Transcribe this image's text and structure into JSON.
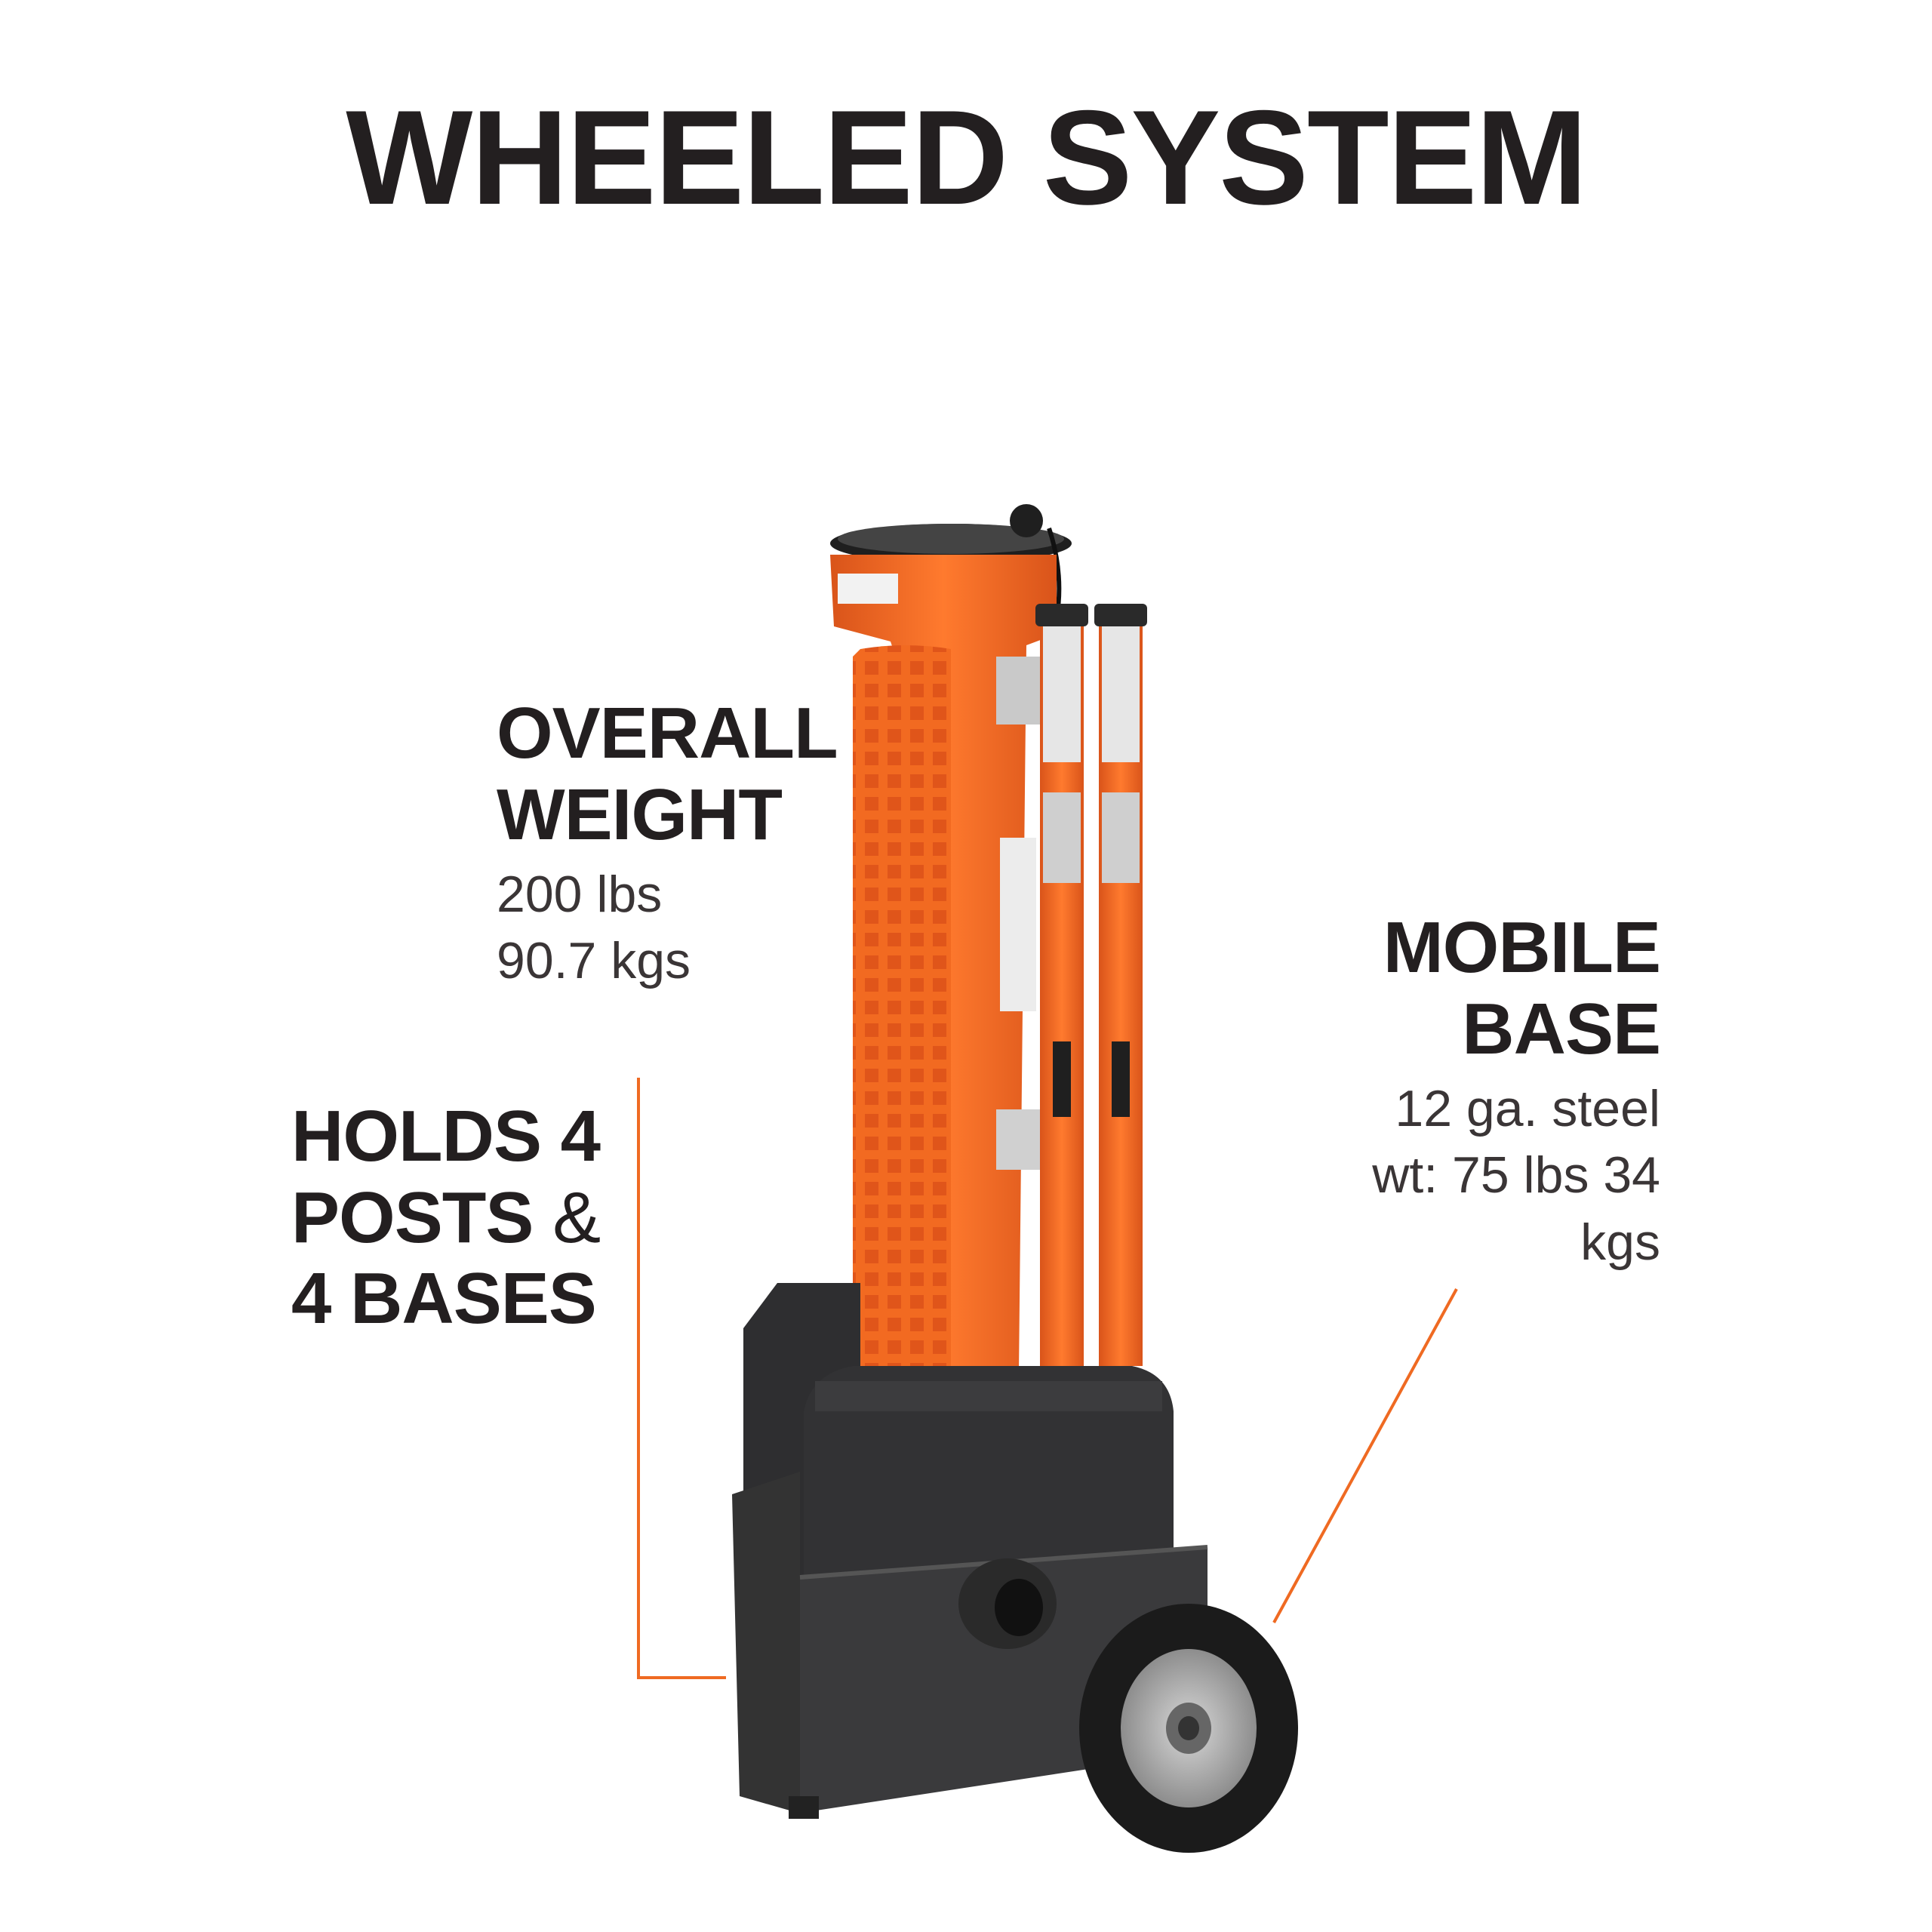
{
  "title": "WHEELED SYSTEM",
  "callouts": {
    "weight": {
      "heading_line1": "OVERALL",
      "heading_line2": "WEIGHT",
      "line1": "200 lbs",
      "line2": "90.7 kgs"
    },
    "holds": {
      "line1": "HOLDS 4",
      "line2_bold": "POSTS",
      "line2_rest": " &",
      "line3": "4 BASES"
    },
    "mobile": {
      "heading_line1": "MOBILE",
      "heading_line2": "BASE",
      "line1": "12 ga. steel",
      "line2": "wt: 75 lbs 34",
      "line3": "kgs"
    }
  },
  "colors": {
    "accent": "#ef6a22",
    "orange": "#f26a21",
    "base_black": "#2b2b2d",
    "text": "#231f20"
  }
}
